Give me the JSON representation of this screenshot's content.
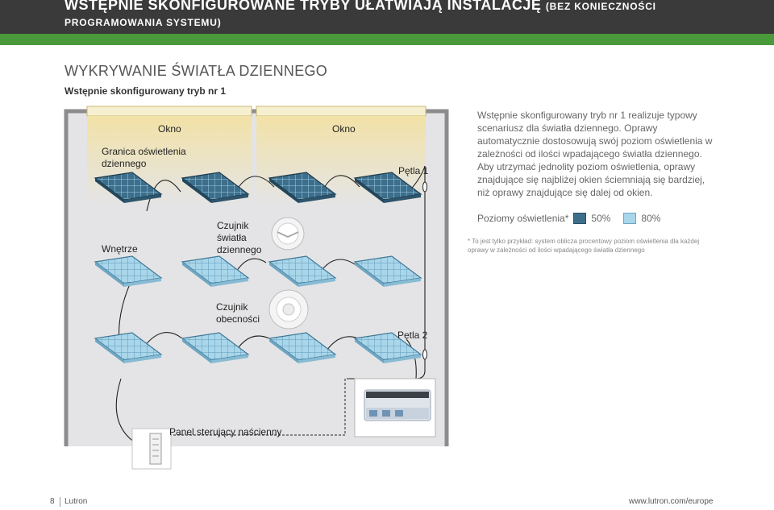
{
  "header": {
    "title_main": "WSTĘPNIE SKONFIGUROWANE TRYBY UŁATWIAJĄ INSTALACJĘ",
    "title_paren": "(BEZ KONIECZNOŚCI",
    "title_line2": "PROGRAMOWANIA SYSTEMU)",
    "band_color": "#3a3a3a",
    "accent_color": "#4a9a3c"
  },
  "section": {
    "title": "WYKRYWANIE ŚWIATŁA DZIENNEGO",
    "subtitle": "Wstępnie skonfigurowany tryb nr 1"
  },
  "diagram": {
    "window_left": "Okno",
    "window_right": "Okno",
    "daylight_boundary_line1": "Granica oświetlenia",
    "daylight_boundary_line2": "dziennego",
    "loop1": "Pętla 1",
    "interior": "Wnętrze",
    "daylight_sensor_line1": "Czujnik",
    "daylight_sensor_line2": "światła",
    "daylight_sensor_line3": "dziennego",
    "occupancy_sensor_line1": "Czujnik",
    "occupancy_sensor_line2": "obecności",
    "loop2": "Pętla 2",
    "wall_panel": "Panel sterujący naścienny",
    "fixture_dark_color": "#3d6f8c",
    "fixture_light_color": "#a9d6ea"
  },
  "description": "Wstępnie skonfigurowany tryb nr 1 realizuje typowy scenariusz dla światła dziennego. Oprawy automatycznie dostosowują swój poziom oświetlenia w zależności od ilości wpadającego światła dziennego. Aby utrzymać jednolity poziom oświetlenia, oprawy znajdujące się najbliżej okien ściemniają się bardziej, niż oprawy znajdujące się dalej od okien.",
  "legend": {
    "label": "Poziomy oświetlenia*",
    "dark_value": "50%",
    "light_value": "80%"
  },
  "note": "* To jest tylko przykład: system oblicza procentowy poziom oświetlenia dla każdej oprawy w zależności od ilości wpadającego światła dziennego",
  "footer": {
    "page": "8",
    "brand": "Lutron",
    "url": "www.lutron.com/europe"
  }
}
